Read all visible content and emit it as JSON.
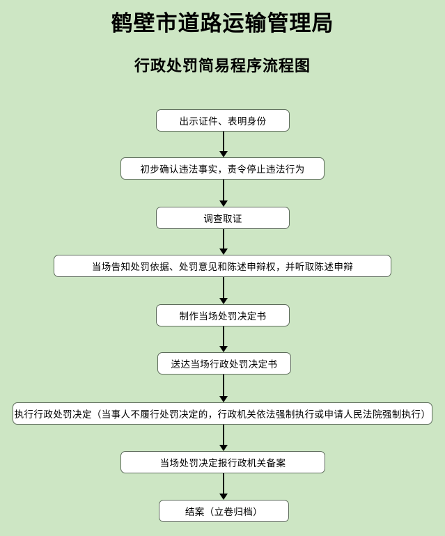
{
  "header": {
    "title": "鹤壁市道路运输管理局",
    "subtitle": "行政处罚简易程序流程图"
  },
  "colors": {
    "background": "#cde6c4",
    "node_fill": "#ffffff",
    "node_border": "#5d6b5b",
    "connector": "#000000",
    "text": "#000000"
  },
  "chart_data": {
    "type": "flowchart",
    "title": "行政处罚简易程序流程图",
    "orientation": "top-to-bottom",
    "nodes": [
      {
        "id": "n1",
        "label": "出示证件、表明身份"
      },
      {
        "id": "n2",
        "label": "初步确认违法事实，责令停止违法行为"
      },
      {
        "id": "n3",
        "label": "调查取证"
      },
      {
        "id": "n4",
        "label": "当场告知处罚依据、处罚意见和陈述申辩权，并听取陈述申辩"
      },
      {
        "id": "n5",
        "label": "制作当场处罚决定书"
      },
      {
        "id": "n6",
        "label": "送达当场行政处罚决定书"
      },
      {
        "id": "n7",
        "label": "执行行政处罚决定（当事人不履行处罚决定的，行政机关依法强制执行或申请人民法院强制执行）"
      },
      {
        "id": "n8",
        "label": "当场处罚决定报行政机关备案"
      },
      {
        "id": "n9",
        "label": "结案（立卷归档）"
      }
    ],
    "edges": [
      {
        "from": "n1",
        "to": "n2"
      },
      {
        "from": "n2",
        "to": "n3"
      },
      {
        "from": "n3",
        "to": "n4"
      },
      {
        "from": "n4",
        "to": "n5"
      },
      {
        "from": "n5",
        "to": "n6"
      },
      {
        "from": "n6",
        "to": "n7"
      },
      {
        "from": "n7",
        "to": "n8"
      },
      {
        "from": "n8",
        "to": "n9"
      }
    ]
  }
}
